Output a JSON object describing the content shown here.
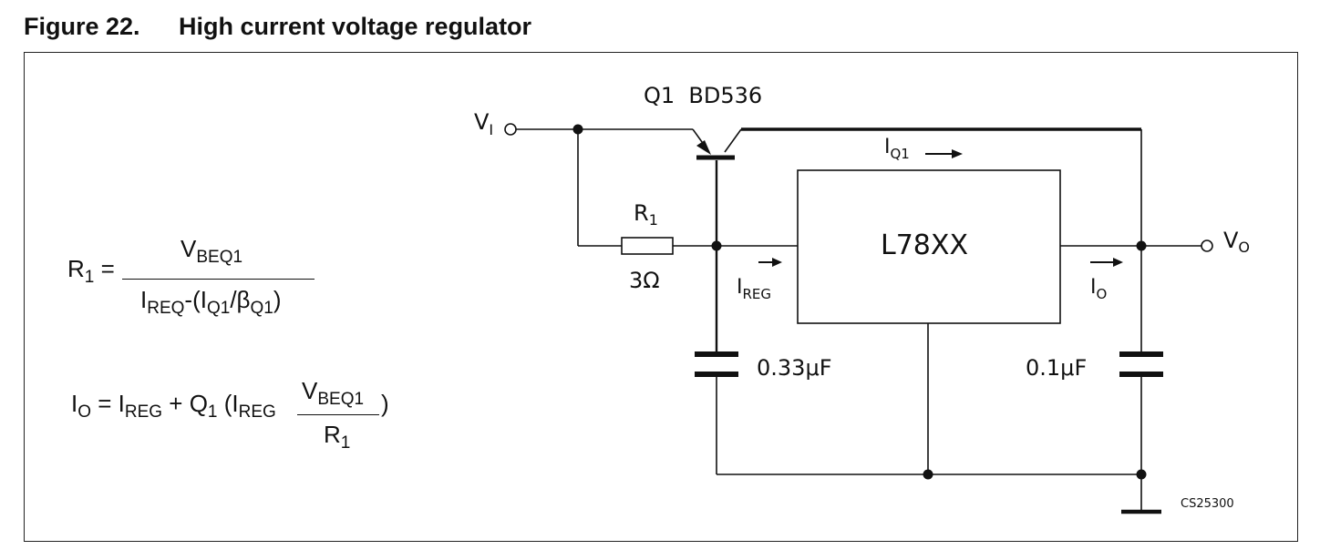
{
  "figure": {
    "number": "Figure 22.",
    "title": "High current voltage regulator"
  },
  "formulas": {
    "r1": {
      "lhs_main": "R",
      "lhs_sub": "1",
      "equals": "=",
      "num_main": "V",
      "num_sub": "BEQ1",
      "den_a": "I",
      "den_a_sub": "REQ",
      "den_b": "-(I",
      "den_b_sub": "Q1",
      "den_c": "/β",
      "den_c_sub": "Q1",
      "den_d": ")"
    },
    "io": {
      "lhs_main": "I",
      "lhs_sub": "O",
      "rhs_a": " = I",
      "rhs_a_sub": "REG",
      "rhs_b": " + Q",
      "rhs_b_sub": "1",
      "rhs_c": " (I",
      "rhs_c_sub": "REG",
      "frac_num_main": "V",
      "frac_num_sub": "BEQ1",
      "frac_den_main": "R",
      "frac_den_sub": "1",
      "close": ")"
    }
  },
  "schematic": {
    "transistor_label": "Q1  BD536",
    "input_label": "V",
    "input_sub": "I",
    "output_label": "V",
    "output_sub": "O",
    "resistor_label": "R",
    "resistor_sub": "1",
    "resistor_value": "3Ω",
    "regulator_label": "L78XX",
    "iq1_label": "I",
    "iq1_sub": "Q1",
    "ireg_label": "I",
    "ireg_sub": "REG",
    "io_label": "I",
    "io_sub": "O",
    "cap_in_value": "0.33μF",
    "cap_out_value": "0.1μF",
    "code": "CS25300"
  },
  "colors": {
    "ink": "#111111",
    "background": "#ffffff"
  }
}
